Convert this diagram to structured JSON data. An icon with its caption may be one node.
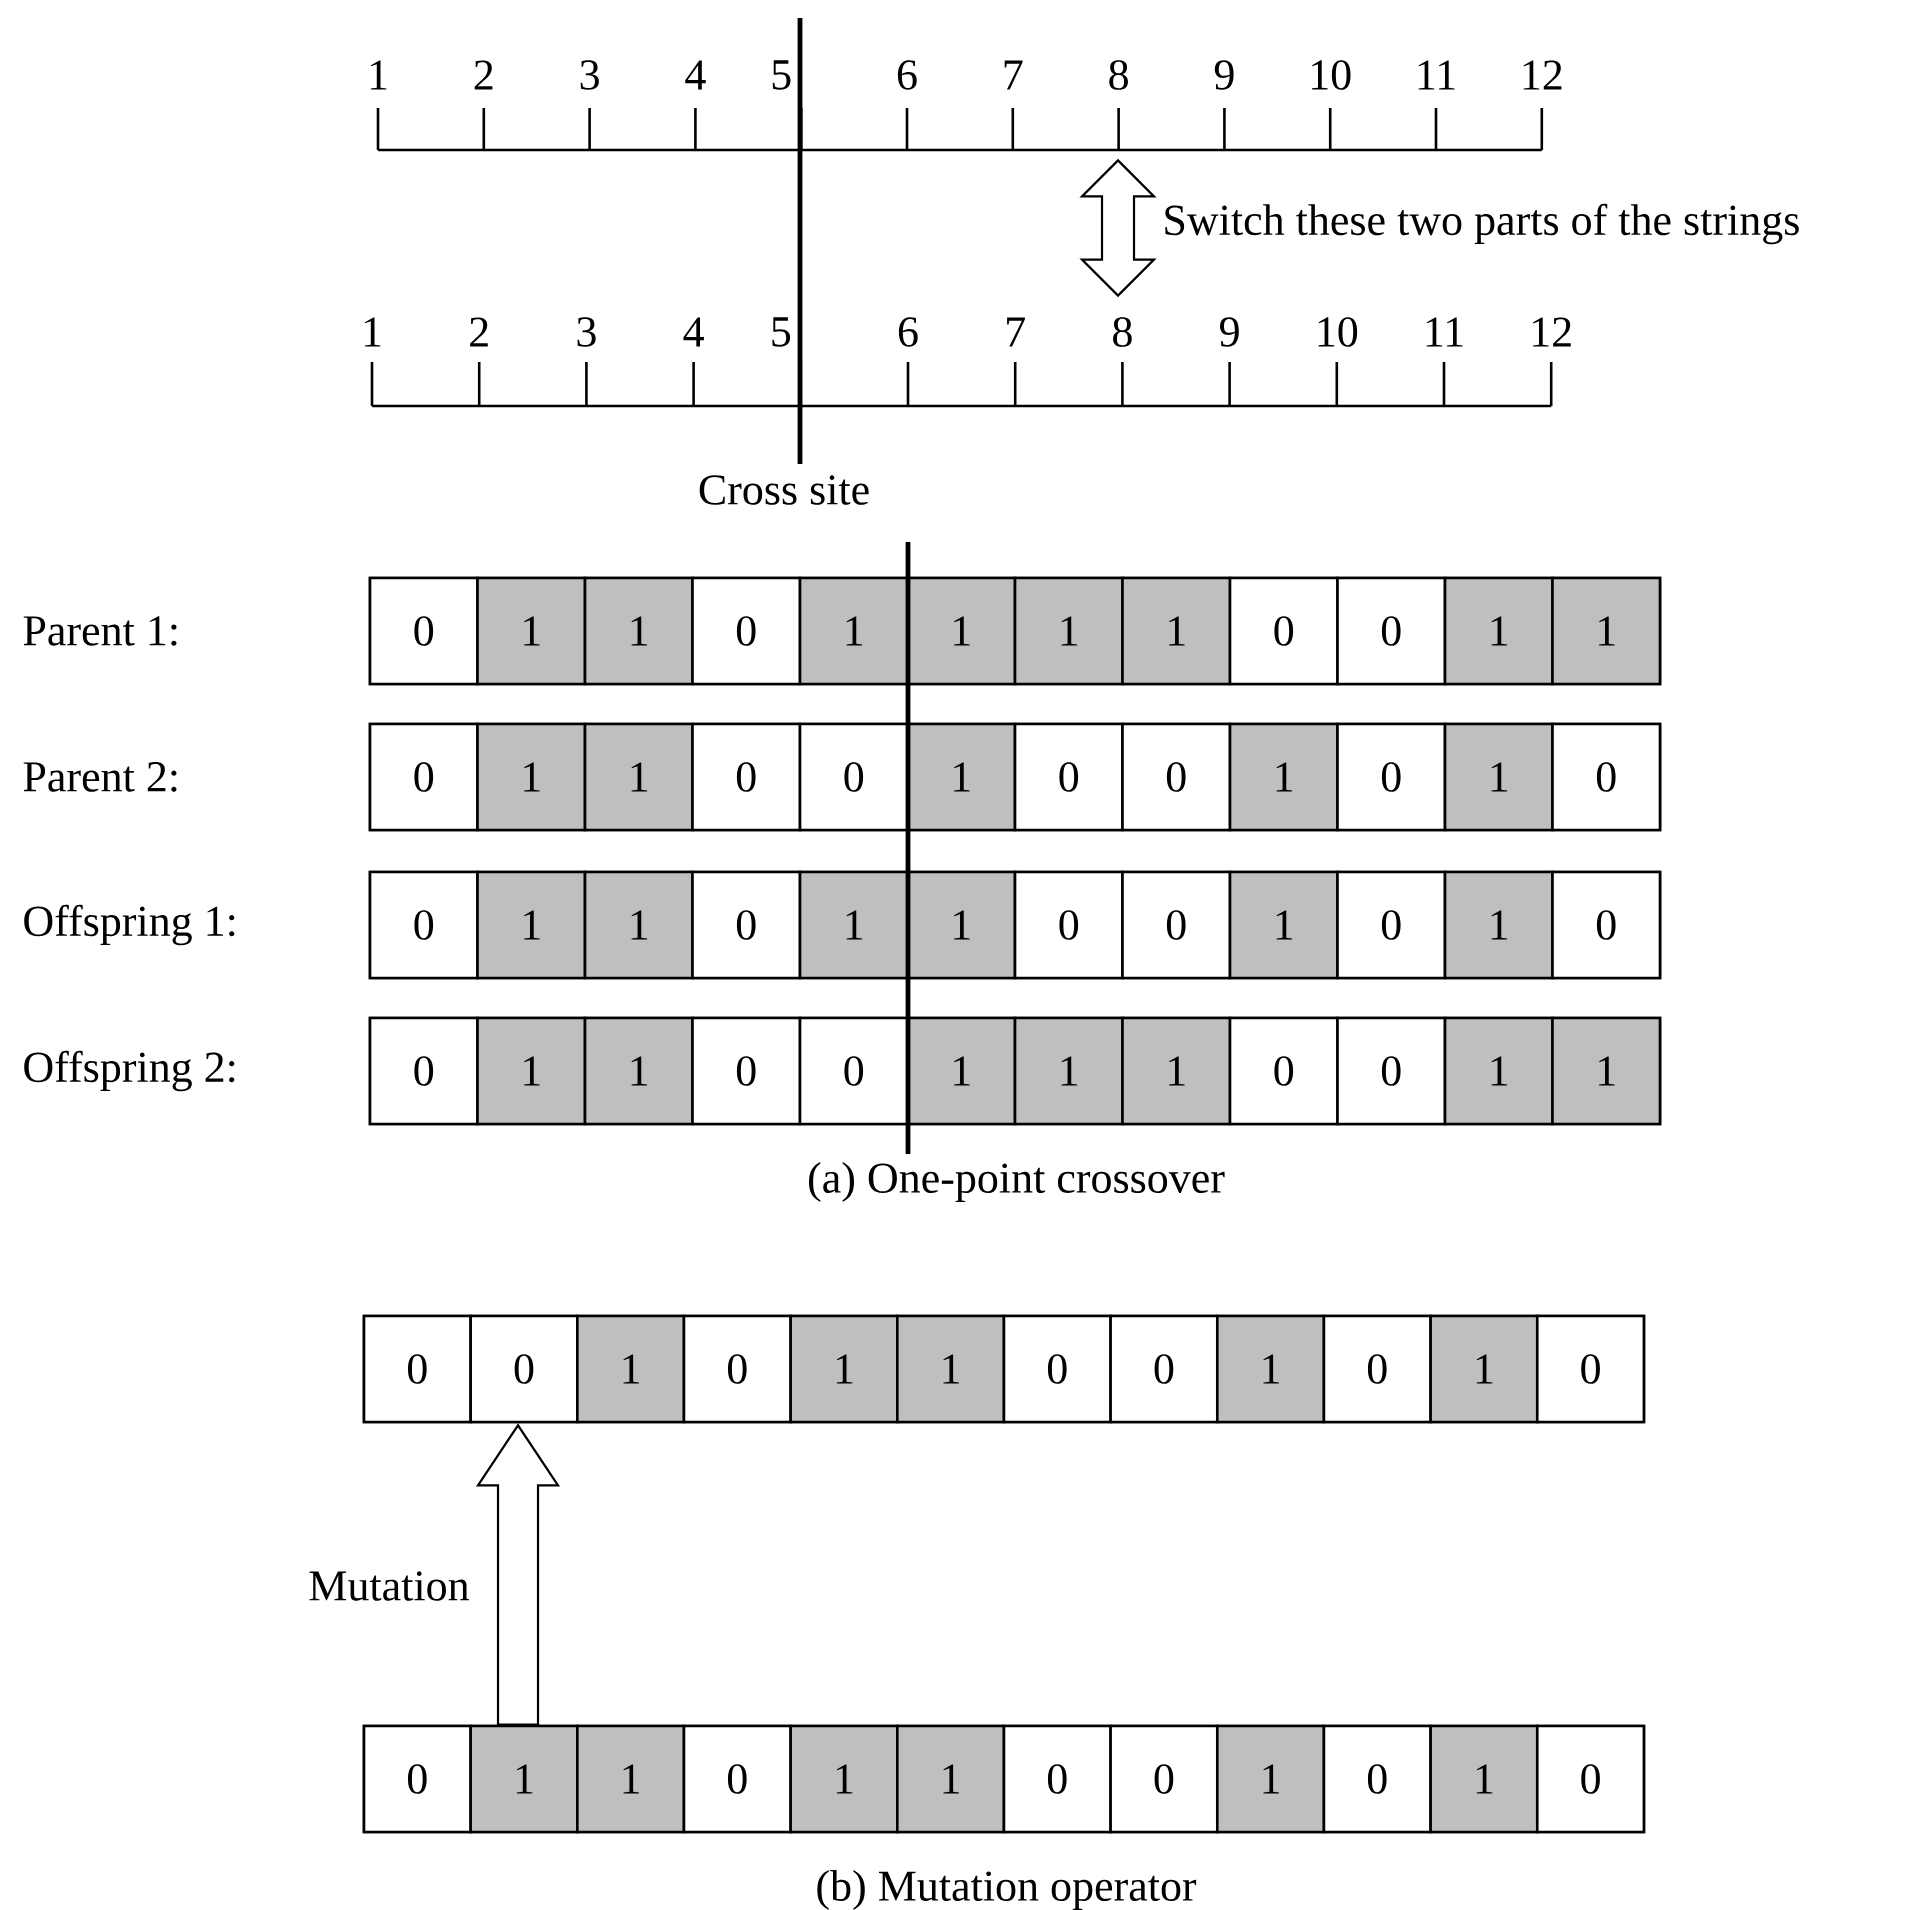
{
  "diagram": {
    "nodes": [
      {
        "text": [
          "1",
          "2",
          "3",
          "4",
          "5",
          "6",
          "7",
          "8",
          "9",
          "10",
          "11",
          "12"
        ]
      },
      {
        "text": [
          "1",
          "2",
          "3",
          "4",
          "5",
          "6",
          "7",
          "8",
          "9",
          "10",
          "11",
          "12"
        ]
      },
      {
        "text": [],
        "shape": "box"
      },
      {
        "text": [
          "0"
        ],
        "in": 2
      },
      {
        "text": [
          "1"
        ],
        "in": 2
      },
      {
        "text": [
          "1"
        ],
        "in": 2
      },
      {
        "text": [
          "0"
        ],
        "in": 2
      },
      {
        "text": [
          "1"
        ],
        "in": 2
      },
      {
        "text": [
          "1"
        ],
        "in": 2
      },
      {
        "text": [
          "1"
        ],
        "in": 2
      },
      {
        "text": [
          "1"
        ],
        "in": 2
      },
      {
        "text": [
          "0"
        ],
        "in": 2
      },
      {
        "text": [
          "0"
        ],
        "in": 2
      },
      {
        "text": [
          "1"
        ],
        "in": 2
      },
      {
        "text": [
          "1"
        ],
        "in": 2
      },
      {
        "text": [],
        "shape": "box"
      },
      {
        "text": [
          "0"
        ],
        "in": 15
      },
      {
        "text": [
          "1"
        ],
        "in": 15
      },
      {
        "text": [
          "1"
        ],
        "in": 15
      },
      {
        "text": [
          "0"
        ],
        "in": 15
      },
      {
        "text": [
          "0"
        ],
        "in": 15
      },
      {
        "text": [
          "1"
        ],
        "in": 15
      },
      {
        "text": [
          "0"
        ],
        "in": 15
      },
      {
        "text": [
          "0"
        ],
        "in": 15
      },
      {
        "text": [
          "1"
        ],
        "in": 15
      },
      {
        "text": [
          "0"
        ],
        "in": 15
      },
      {
        "text": [
          "1"
        ],
        "in": 15
      },
      {
        "text": [
          "0"
        ],
        "in": 15
      },
      {
        "text": [],
        "shape": "box"
      },
      {
        "text": [
          "0"
        ],
        "in": 28
      },
      {
        "text": [
          "1"
        ],
        "in": 28
      },
      {
        "text": [
          "1"
        ],
        "in": 28
      },
      {
        "text": [
          "0"
        ],
        "in": 28
      },
      {
        "text": [
          "1"
        ],
        "in": 28
      },
      {
        "text": [
          "1"
        ],
        "in": 28
      },
      {
        "text": [
          "0"
        ],
        "in": 28
      },
      {
        "text": [
          "0"
        ],
        "in": 28
      },
      {
        "text": [
          "1"
        ],
        "in": 28
      },
      {
        "text": [
          "0"
        ],
        "in": 28
      },
      {
        "text": [
          "1"
        ],
        "in": 28
      },
      {
        "text": [
          "0"
        ],
        "in": 28
      },
      {
        "text": [],
        "shape": "box"
      },
      {
        "text": [
          "0"
        ],
        "in": 41
      },
      {
        "text": [
          "1"
        ],
        "in": 41
      },
      {
        "text": [
          "1"
        ],
        "in": 41
      },
      {
        "text": [
          "0"
        ],
        "in": 41
      },
      {
        "text": [
          "0"
        ],
        "in": 41
      },
      {
        "text": [
          "1"
        ],
        "in": 41
      },
      {
        "text": [
          "1"
        ],
        "in": 41
      },
      {
        "text": [
          "1"
        ],
        "in": 41
      },
      {
        "text": [
          "0"
        ],
        "in": 41
      },
      {
        "text": [
          "0"
        ],
        "in": 41
      },
      {
        "text": [
          "1"
        ],
        "in": 41
      },
      {
        "text": [
          "1"
        ],
        "in": 41
      },
      {
        "text": [],
        "shape": "box"
      },
      {
        "text": [
          "0"
        ],
        "in": 54
      },
      {
        "text": [
          "0"
        ],
        "in": 54
      },
      {
        "text": [
          "1"
        ],
        "in": 54
      },
      {
        "text": [
          "0"
        ],
        "in": 54
      },
      {
        "text": [
          "1"
        ],
        "in": 54
      },
      {
        "text": [
          "1"
        ],
        "in": 54
      },
      {
        "text": [
          "0"
        ],
        "in": 54
      },
      {
        "text": [
          "0"
        ],
        "in": 54
      },
      {
        "text": [
          "1"
        ],
        "in": 54
      },
      {
        "text": [
          "0"
        ],
        "in": 54
      },
      {
        "text": [
          "1"
        ],
        "in": 54
      },
      {
        "text": [
          "0"
        ],
        "in": 54
      },
      {
        "text": [],
        "shape": "box"
      },
      {
        "text": [
          "0"
        ],
        "in": 67
      },
      {
        "text": [
          "1"
        ],
        "in": 67
      },
      {
        "text": [
          "1"
        ],
        "in": 67
      },
      {
        "text": [
          "0"
        ],
        "in": 67
      },
      {
        "text": [
          "1"
        ],
        "in": 67
      },
      {
        "text": [
          "1"
        ],
        "in": 67
      },
      {
        "text": [
          "0"
        ],
        "in": 67
      },
      {
        "text": [
          "0"
        ],
        "in": 67
      },
      {
        "text": [
          "1"
        ],
        "in": 67
      },
      {
        "text": [
          "0"
        ],
        "in": 67
      },
      {
        "text": [
          "1"
        ],
        "in": 67
      },
      {
        "text": [
          "0"
        ],
        "in": 67
      }
    ],
    "edges": [
      {
        "from": 0,
        "to": 1,
        "arrow": "both",
        "label": "Switch these two parts of the strings"
      },
      {
        "from": 69,
        "to": 56,
        "arrow": "to",
        "label": "Mutation"
      }
    ],
    "labels": [
      "Cross site",
      "Parent 1:",
      "Parent 2:",
      "Offspring 1:",
      "Offspring 2:",
      "(a) One-point crossover",
      "(b) Mutation operator"
    ]
  }
}
